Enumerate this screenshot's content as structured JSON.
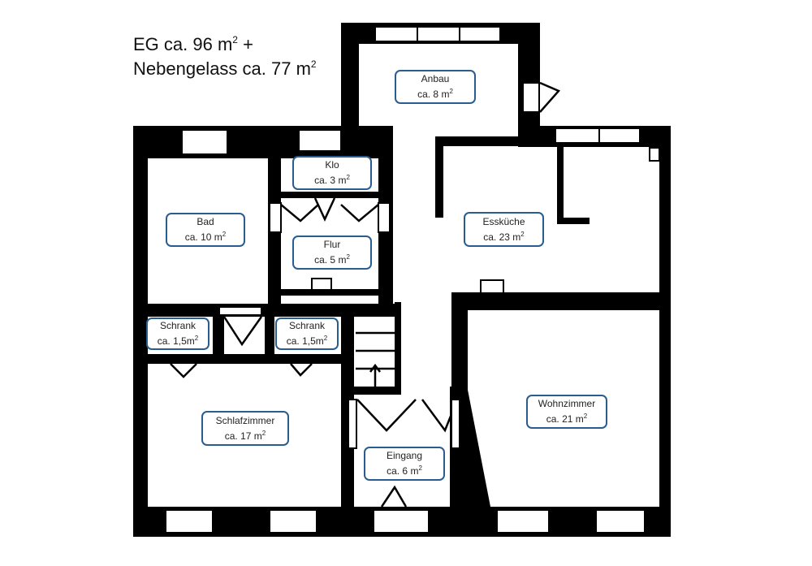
{
  "summary": {
    "line1_text": "EG ca. 96 m",
    "line1_sup": "2",
    "line1_suffix": " +",
    "line2_text": "Nebengelass ca. 77 m",
    "line2_sup": "2"
  },
  "rooms": [
    {
      "key": "anbau",
      "name": "Anbau",
      "area": "ca. 8 m",
      "sup": "2"
    },
    {
      "key": "klo",
      "name": "Klo",
      "area": "ca. 3 m",
      "sup": "2"
    },
    {
      "key": "bad",
      "name": "Bad",
      "area": "ca. 10 m",
      "sup": "2"
    },
    {
      "key": "flur",
      "name": "Flur",
      "area": "ca. 5 m",
      "sup": "2"
    },
    {
      "key": "esskueche",
      "name": "Essküche",
      "area": "ca. 23 m",
      "sup": "2"
    },
    {
      "key": "schrank1",
      "name": "Schrank",
      "area": "ca. 1,5m",
      "sup": "2"
    },
    {
      "key": "schrank2",
      "name": "Schrank",
      "area": "ca. 1,5m",
      "sup": "2"
    },
    {
      "key": "wohnzimmer",
      "name": "Wohnzimmer",
      "area": "ca. 21 m",
      "sup": "2"
    },
    {
      "key": "schlafzimmer",
      "name": "Schlafzimmer",
      "area": "ca. 17 m",
      "sup": "2"
    },
    {
      "key": "eingang",
      "name": "Eingang",
      "area": "ca. 6 m",
      "sup": "2"
    }
  ],
  "colors": {
    "wall": "#000000",
    "label_border": "#2a5d8f",
    "background": "#ffffff"
  }
}
